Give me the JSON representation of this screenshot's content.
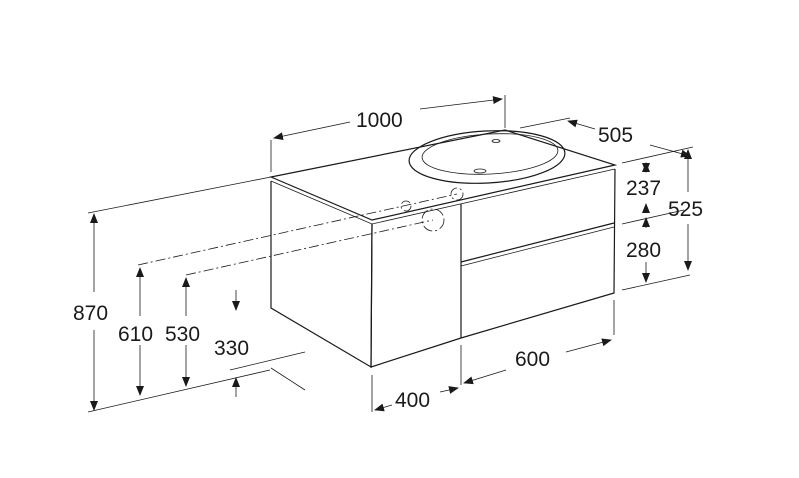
{
  "dimensions": {
    "width_total": "1000",
    "depth": "505",
    "height_drawer_top": "237",
    "height_drawer_bottom": "280",
    "height_cabinet": "525",
    "height_total": "870",
    "height_drain_1": "610",
    "height_drain_2": "530",
    "height_bottom": "330",
    "width_door": "400",
    "width_drawers": "600"
  },
  "colors": {
    "line": "#1a1a1a",
    "background": "#ffffff"
  }
}
